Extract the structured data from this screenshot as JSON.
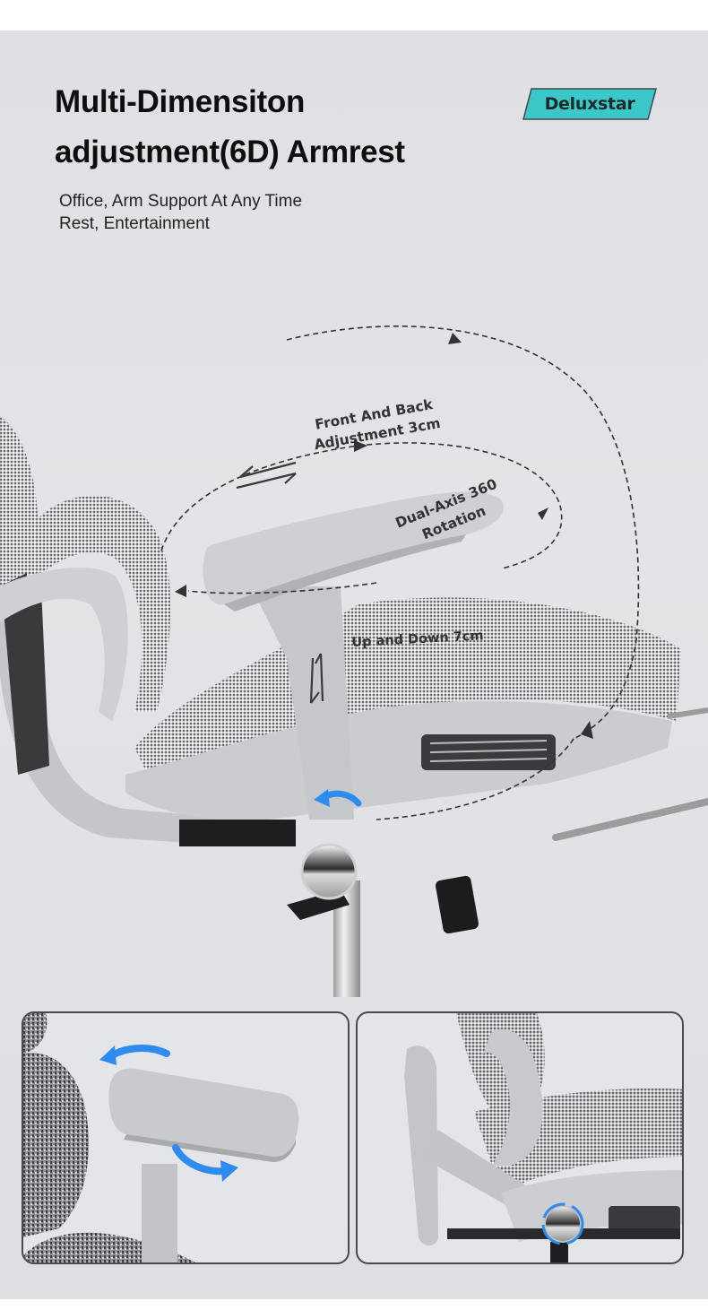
{
  "header": {
    "title_line1": "Multi-Dimensiton",
    "title_line2": "adjustment(6D) Armrest",
    "subtitle_line1": "Office, Arm Support At Any Time",
    "subtitle_line2": "Rest, Entertainment"
  },
  "brand": {
    "logo_text": "Deluxstar",
    "logo_color": "#3cc8c8"
  },
  "annotations": {
    "front_back_line1": "Front And Back",
    "front_back_line2": "Adjustment 3cm",
    "rotation_line1": "Dual-Axis 360",
    "rotation_line2": "Rotation",
    "up_down": "Up and Down 7cm"
  },
  "icons": {
    "front_back": "double-horizontal-arrow-icon",
    "up_down": "double-vertical-arrow-icon",
    "rotation": "blue-curved-arrow-icon"
  },
  "colors": {
    "background": "#e0e1e5",
    "text": "#0e0e10",
    "accent_arrow": "#2e8bf0",
    "annotation": "#333336"
  },
  "detail_panels": [
    {
      "name": "armrest-rotation-closeup"
    },
    {
      "name": "armrest-side-pivot-closeup"
    }
  ]
}
